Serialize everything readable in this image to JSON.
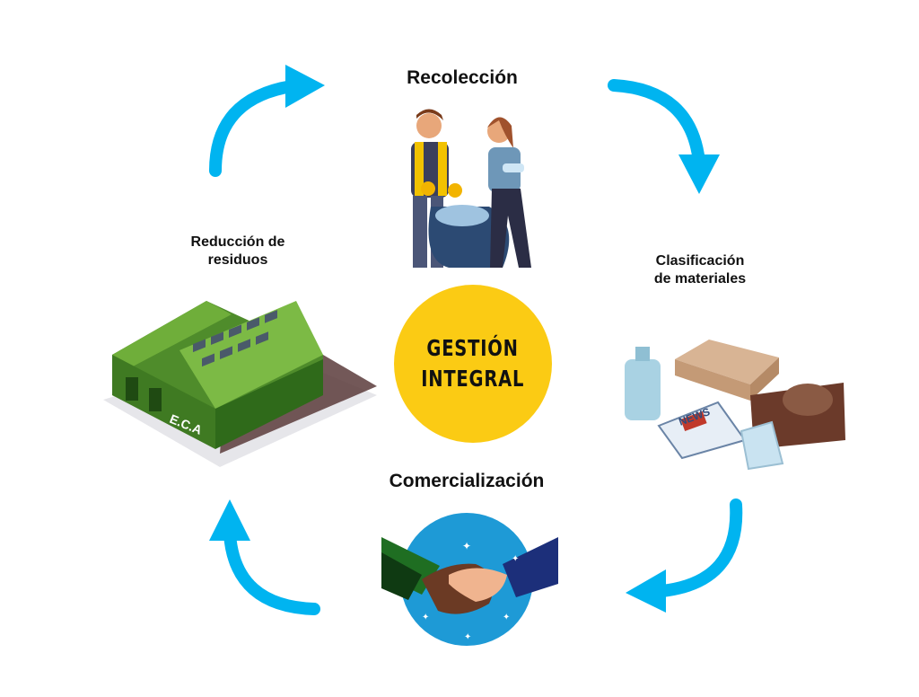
{
  "center": {
    "line1": "GESTIÓN",
    "line2": "INTEGRAL",
    "color": "#FBCB14"
  },
  "stages": {
    "top": "Recolección",
    "right_line1": "Clasificación",
    "right_line2": "de materiales",
    "bottom": "Comercialización",
    "left_line1": "Reducción de",
    "left_line2": "residuos"
  },
  "warehouse_sign": "E.C.A",
  "newspaper_text": "NEWS",
  "arrow_color": "#00B4F0"
}
